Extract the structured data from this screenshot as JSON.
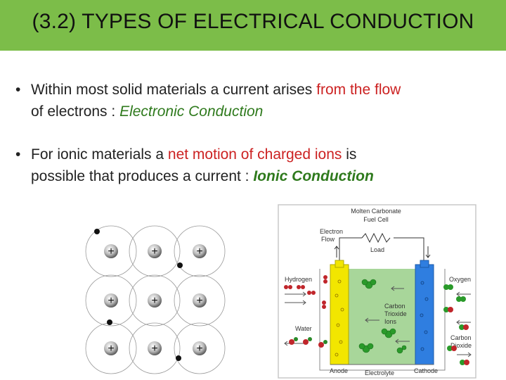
{
  "slide": {
    "title": "(3.2) TYPES OF ELECTRICAL CONDUCTION",
    "bullets": [
      {
        "bullet_char": "•",
        "text_pre": "Within most solid materials a current arises ",
        "text_red": "from the flow",
        "text_line2_pre": "of electrons : ",
        "text_term": "Electronic Conduction"
      },
      {
        "bullet_char": "•",
        "text_pre": "For ionic materials a ",
        "text_red": "net motion of charged ions",
        "text_post": " is",
        "text_line2_pre": "possible that produces a current : ",
        "text_term": "Ionic Conduction"
      }
    ]
  },
  "lattice_diagram": {
    "ion_symbol": "+"
  },
  "fuel_cell_diagram": {
    "title_line1": "Molten Carbonate",
    "title_line2": "Fuel Cell",
    "electron_flow_line1": "Electron",
    "electron_flow_line2": "Flow",
    "load": "Load",
    "hydrogen": "Hydrogen",
    "water": "Water",
    "oxygen": "Oxygen",
    "carbon_trioxide_line1": "Carbon",
    "carbon_trioxide_line2": "Trioxide",
    "carbon_trioxide_line3": "Ions",
    "carbon_dioxide_line1": "Carbon",
    "carbon_dioxide_line2": "Dioxide",
    "anode": "Anode",
    "electrolyte": "Electrolyte",
    "cathode": "Cathode"
  },
  "colors": {
    "title_bar": "#7cbd49",
    "highlight_red": "#cc2222",
    "highlight_green": "#2f7a1d",
    "anode": "#f2e600",
    "electrolyte": "#a8d69a",
    "cathode": "#2f7ee0"
  }
}
